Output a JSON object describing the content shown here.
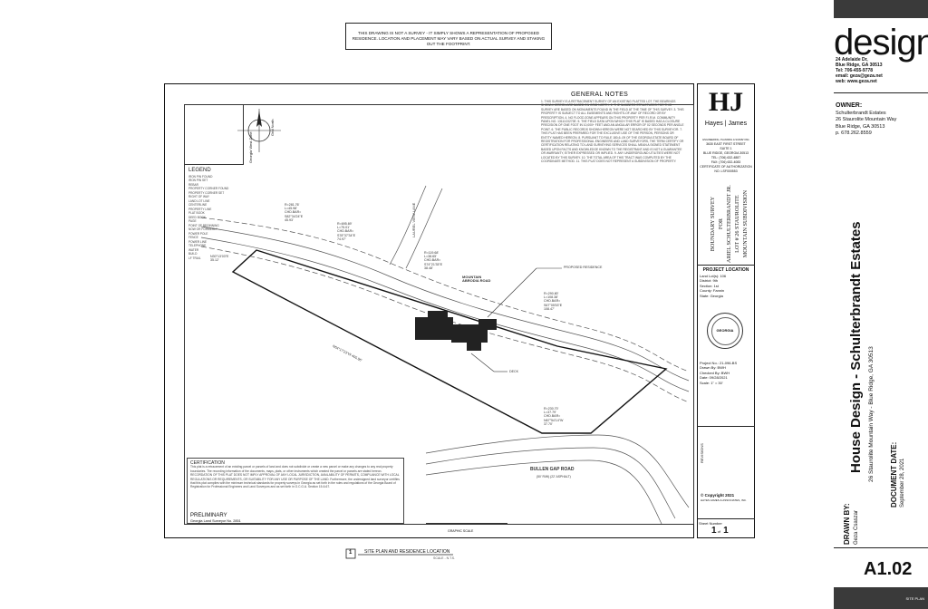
{
  "disclaimer": "THIS DRAWING IS NOT A SURVEY - IT SIMPLY SHOWS A REPRESENTATION OF PROPOSED RESIDENCE. LOCATION AND PLACEMENT MAY VARY BASED ON ACTUAL SURVEY AND STAKING OUT THE FOOTPRINT.",
  "plan": {
    "general_notes_title": "GENERAL NOTES",
    "general_notes_text": "1. THIS SURVEY IS A RETRACEMENT SURVEY OF AN EXISTING PLATTED LOT. THE BEARINGS SHOWN HEREON ARE BASED ON GRID NORTH. 2. THE NUMBERS STRUCTURES FOR THIS SURVEY ARE BASED ON MONUMENTS FOUND IN THE FIELD AT THE TIME OF THIS SURVEY. 3. THIS PROPERTY IS SUBJECT TO ALL EASEMENTS AND RIGHTS-OF-WAY OF RECORD OR BY PRESCRIPTION. 4. NO FLOOD ZONE APPEARS ON THIS PROPERTY PER F.I.R.M. COMMUNITY PANEL NO. 13111C0270E. 5. THE FIELD DATA UPON WHICH THIS PLAT IS BASED HAS A CLOSURE PRECISION OF ONE FOOT IN 10,000+ FEET AND AN ANGULAR ERROR OF 02 SECONDS PER ANGLE POINT. 6. THE PUBLIC RECORDS SHOWN HEREON WERE NOT SEARCHED BY THIS SURVEYOR. 7. THIS PLAT HAS BEEN PREPARED FOR THE EXCLUSIVE USE OF THE PERSON, PERSONS OR ENTITY NAMED HEREON. 8. PURSUANT TO RULE 180-6-.09 OF THE GEORGIA STATE BOARD OF REGISTRATION FOR PROFESSIONAL ENGINEERS AND LAND SURVEYORS, THE TERM CERTIFY OR CERTIFICATION RELATING TO LAND SURVEYING SERVICES SHALL MEAN A SIGNED STATEMENT BASED UPON FACTS AND KNOWLEDGE KNOWN TO THE REGISTRANT AND IS NOT A GUARANTEE OR WARRANTY, EITHER EXPRESSED OR IMPLIED. 9. ANY UNDERGROUND UTILITIES WERE NOT LOCATED BY THIS SURVEY. 10. THE TOTAL AREA OF THIS TRACT WAS COMPUTED BY THE COORDINATE METHOD. 11. THIS PLAT DOES NOT REPRESENT A SUBDIVISION OF PROPERTY.",
    "legend_title": "LEGEND",
    "legend_items": [
      "IRON PIN FOUND",
      "IRON PIN SET",
      "REBAR",
      "PROPERTY CORNER FOUND",
      "PROPERTY CORNER SET",
      "RIGHT OF WAY",
      "LAND LOT LINE",
      "CENTERLINE",
      "PROPERTY LINE",
      "PLAT BOOK",
      "DEED BOOK",
      "PAGE",
      "POINT OF BEGINNING",
      "NOW OR FORMERLY",
      "POWER POLE",
      "FENCE",
      "POWER LINE",
      "TELEPHONE",
      "WATER",
      "BUILD",
      "LF TRAIL"
    ],
    "north_arrow_label": "Georgia West Zone",
    "north_arrow_grid": "Grid North",
    "roads": {
      "laurel": "LAUREL VIEW LANE",
      "mountain": "MOUNTAIN ABRODIA ROAD",
      "bullen": "BULLEN GAP ROAD",
      "bullen_sub": "(50' R/W) (22' ASPHALT)"
    },
    "annotations": {
      "proposed": "PROPOSED RESIDENCE",
      "deck": "DECK",
      "curve1": [
        "R=281.76'",
        "L=45.98'",
        "CHD.BAR=",
        "S82°34'24\"E",
        "45.93'"
      ],
      "curve2": [
        "R=695.69'",
        "L=75.01'",
        "CHD.BAR=",
        "S78°37'34\"E",
        "74.97'"
      ],
      "curve3": [
        "R=119.68'",
        "L=38.65'",
        "CHD.BAR=",
        "S74°21'35\"E",
        "38.48'"
      ],
      "curve4": [
        "R=290.80'",
        "L=108.38'",
        "CHD.BAR=",
        "S67°05'53\"E",
        "108.47'"
      ],
      "curve5": [
        "R=230.70'",
        "L=37.79'",
        "CHD.BAR=",
        "N67°54'14\"W",
        "37.70'"
      ],
      "west_bearing": "N30°13'03\"E",
      "west_dist": "35.12'",
      "bottom_bearing": "N64°17'23\"W 405.96'"
    },
    "certification_title": "CERTIFICATION",
    "certification_text": "This plat is a retracement of an existing parcel or parcels of land and does not subdivide or create a new parcel or make any changes to any real property boundaries. The recording information of the documents, maps, plats, or other instruments which created the parcel or parcels are stated hereon. RECORDATION OF THIS PLAT DOES NOT IMPLY APPROVAL OF ANY LOCAL JURISDICTION, AVAILABILITY OF PERMITS, COMPLIANCE WITH LOCAL REGULATIONS OR REQUIREMENTS, OR SUITABILITY FOR ANY USE OR PURPOSE OF THE LAND. Furthermore, the undersigned land surveyor certifies that this plat complies with the minimum technical standards for property surveys in Georgia as set forth in the rules and regulations of the Georgia Board of Registration for Professional Engineers and Land Surveyors and as set forth in O.C.G.A. Section 15-6-67.",
    "preliminary": "PRELIMINARY",
    "surveyor_line": "Georgia Land Surveyor    No. 2851"
  },
  "survey_block": {
    "logo": "HJ",
    "firm": "Hayes | James",
    "firm_sub": "ENGINEERING, PLANNING & SURVEYING",
    "address": [
      "3630 EAST FIRST STREET",
      "SUITE 1",
      "BLUE RIDGE, GEORGIA 30513",
      "TEL: (706) 632-4887",
      "FAX: (706) 632-4083",
      "CERTIFICATE OF AUTHORIZATION",
      "NO. LSF000553"
    ],
    "title_lines": [
      "BOUNDARY SURVEY",
      "FOR",
      "ARIEL SCHULTERBRANDT JR.",
      "LOT # 26 STAUROLITE",
      "MOUNTAIN SUBDIVISION"
    ],
    "project_location_title": "PROJECT LOCATION",
    "project_location": [
      "Land Lot(s): 106",
      "District: 9th",
      "Section: 1st",
      "County: Fannin",
      "State: Georgia"
    ],
    "seal_text": "GEORGIA",
    "project_info": [
      "Project No.: 21-096-BS",
      "Drawn By: BWH",
      "Checked By: BWH",
      "Date: 09/28/2021",
      "Scale: 1\" = 30'"
    ],
    "revisions": "REVISIONS",
    "copyright": [
      "© Copyright 2021",
      "HAYES JAMES & ASSOCIATES, INC."
    ],
    "sheet_number_label": "Sheet Number",
    "sheet_number": "1",
    "sheet_of": "of",
    "sheet_total": "1"
  },
  "site_plan_label": "SITE PLAN AND RESIDENCE LOCATION",
  "site_plan_num": "1",
  "site_plan_scale": "SCALE - N.T.S.",
  "graphic_scale": "GRAPHIC SCALE",
  "title_block": {
    "logo": "design",
    "firm_address": [
      "24 Adelaide Dr,",
      "Blue Ridge, GA 30513",
      "Tel: 706-455-9778",
      "email: geza@geza.net",
      "web: www.geza.net"
    ],
    "owner_label": "OWNER:",
    "owner_lines": [
      "Schulterbrandt Estates",
      "26 Staurolite Mountain Way",
      "Blue Ridge, GA 30513",
      "p. 678.262.8559"
    ],
    "project_title": "House Design - Schulterbrandt Estates",
    "project_address": "26 Staurolite Mountain Way - Blue Ridge, GA 30513",
    "drawn_by_label": "DRAWN BY:",
    "drawn_by": "Geza Csaszar",
    "doc_date_label": "DOCUMENT DATE:",
    "doc_date": "September 28, 2021",
    "sheet_number": "A1.02",
    "sheet_name": "SITE PLAN"
  }
}
